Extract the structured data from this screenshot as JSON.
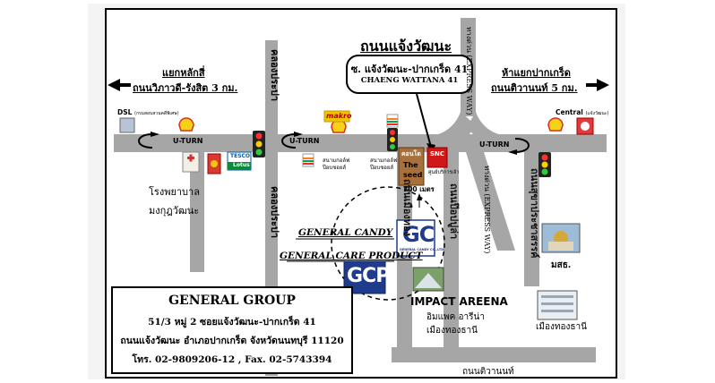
{
  "map": {
    "main_road": "ถนนแจ้งวัฒนะ",
    "callout": {
      "line1": "ซ. แจ้งวัฒนะ-ปากเกร็ด 41",
      "line2": "CHAENG WATTANA 41"
    },
    "left_direction": {
      "line1": "แยกหลักสี่",
      "line2": "ถนนวิภาวดี-รังสิต  3 กม."
    },
    "right_direction": {
      "line1": "ห้าแยกปากเกร็ด",
      "line2": "ถนนติวานนท์  5 กม."
    },
    "canal_top": "คลองประปา",
    "canal_bottom": "คลองประปา",
    "expressway_top": "ทางด่วน (EXPRESS WAY)",
    "expressway_bottom": "ทางด่วน (EXPRESS WAY)",
    "uturn": "U-TURN",
    "dsl_label": "DSL",
    "dsl_sub": "(กรมสอบสวนคดีพิเศษ)",
    "central_label": "Central",
    "central_sub": "(แจ้งวัฒนะ)",
    "makro": "makro",
    "tesco_line1": "TESCO",
    "tesco_line2": "Lotus",
    "hospital": {
      "line1": "โรงพยาบาล",
      "line2": "มงกุฎวัฒนะ"
    },
    "stadium1": {
      "line1": "สนามกอล์ฟ",
      "line2": "ป๊อบชอยส์"
    },
    "stadium2": {
      "line1": "สนามกอล์ฟ",
      "line2": "ป๊อบชอยส์"
    },
    "the_seed": {
      "line1": "คอนโด",
      "line2": "The",
      "line3": "seed"
    },
    "snc": {
      "badge": "SNC",
      "label": "ศูนย์บริการเจ้า"
    },
    "distance": "700 เมตร",
    "general_candy": "GENERAL CANDY",
    "general_care": "GENERAL CARE PRODUCT",
    "gc_logo": "GC",
    "gc_caption": "GENERAL CANDY CO.,LTD.",
    "gcp_logo": "GCP",
    "impact_name": "IMPACT AREENA",
    "impact_thai": {
      "line1": "อิมแพค อารีน่า",
      "line2": "เมืองทองธานี"
    },
    "pwd_label": "มสธ.",
    "muang_thong": "เมืองทองธานี",
    "side_road1": "ถนนเมืองทอง",
    "side_road2": "ถนนป๊อปปูล่า",
    "side_road3": "ถนนสุขาประชาสรรค์",
    "bottom_road": "ถนนติวานนท์"
  },
  "company": {
    "name": "GENERAL GROUP",
    "address1": "51/3 หมู่ 2   ซอยแจ้งวัฒนะ-ปากเกร็ด 41",
    "address2": "ถนนแจ้งวัฒนะ  อำเภอปากเกร็ด  จังหวัดนนทบุรี 11120",
    "contact": "โทร. 02-9809206-12 , Fax. 02-5743394"
  },
  "colors": {
    "road": "#a6a6a6",
    "frame": "#000000",
    "gc_blue": "#1f3b8c",
    "seed_brown": "#a8703a",
    "snc_red": "#d01818"
  }
}
